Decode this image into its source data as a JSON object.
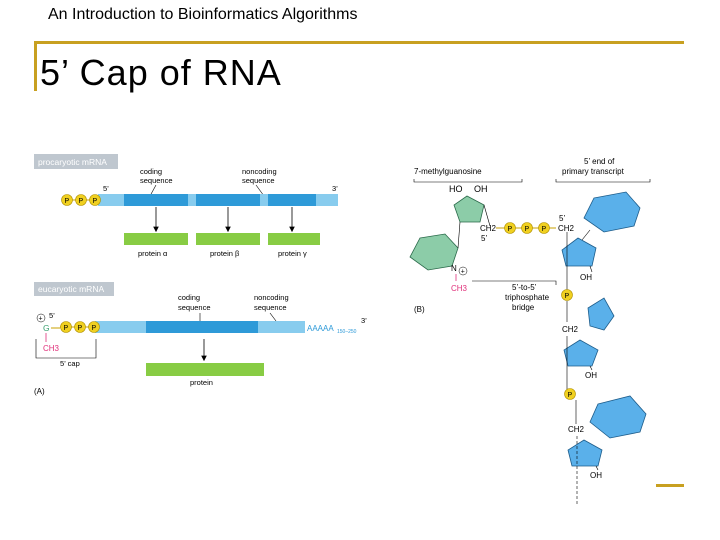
{
  "header": {
    "course_title": "An Introduction to Bioinformatics Algorithms"
  },
  "slide": {
    "title": "5’ Cap of RNA"
  },
  "colors": {
    "accent_gold": "#c8a020",
    "mrna_light_blue": "#88ccee",
    "coding_blue": "#2e9ad8",
    "protein_green": "#88cc44",
    "phosphate_yellow": "#f0d020",
    "nucleoside_green": "#8ccca8",
    "ribose_blue": "#5ab0ea",
    "methyl_pink": "#e0307a",
    "label_box_gray": "#bfc7cf"
  },
  "figure": {
    "panel_a": {
      "label": "(A)",
      "prokaryotic": {
        "box_label": "procaryotic mRNA",
        "coding_label": [
          "coding",
          "sequence"
        ],
        "noncoding_label": [
          "noncoding",
          "sequence"
        ],
        "five_prime": "5’",
        "three_prime": "3’",
        "phosphate": "P",
        "proteins": [
          "protein α",
          "protein β",
          "protein γ"
        ]
      },
      "eukaryotic": {
        "box_label": "eucaryotic mRNA",
        "coding_label": [
          "coding",
          "sequence"
        ],
        "noncoding_label": [
          "noncoding",
          "sequence"
        ],
        "five_prime": "5’",
        "three_prime": "3’",
        "plus": "+",
        "guanine": "G",
        "methyl": "CH3",
        "poly_a": "AAAAA",
        "poly_a_length": "150–250",
        "cap_label": "5’ cap",
        "protein": "protein",
        "phosphate": "P"
      }
    },
    "panel_b": {
      "label": "(B)",
      "methylguanosine": "7-methylguanosine",
      "primary_transcript": [
        "5’ end of",
        "primary transcript"
      ],
      "bridge_label": [
        "5’-to-5’",
        "triphosphate",
        "bridge"
      ],
      "ho": "HO",
      "oh": "OH",
      "ch2": "CH2",
      "five_prime": "5’",
      "n_plus": "N",
      "ch3": "CH3",
      "phosphate": "P"
    }
  }
}
